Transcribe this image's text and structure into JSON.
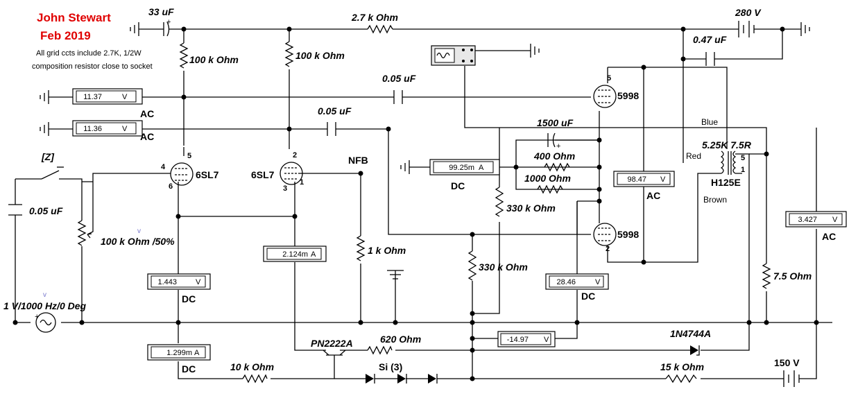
{
  "title": {
    "line1": "John Stewart",
    "line2": "Feb 2019",
    "color": "#e00000"
  },
  "note": {
    "line1": "All grid ccts include 2.7K, 1/2W",
    "line2": "composition resistor close to socket"
  },
  "labels": {
    "c_33u": "33 uF",
    "r_27k": "2.7 k Ohm",
    "v_280": "280 V",
    "c_047": "0.47 uF",
    "r_100k_a": "100 k Ohm",
    "r_100k_b": "100 k Ohm",
    "c_005_a": "0.05 uF",
    "c_005_b": "0.05 uF",
    "tube_5998_top": "5998",
    "tube_5998_bot": "5998",
    "ac_1": "AC",
    "ac_2": "AC",
    "blue": "Blue",
    "c_1500": "1500 uF",
    "r_400": "400  Ohm",
    "r_1000": "1000  Ohm",
    "xfmr": "5.25K  7.5R",
    "red": "Red",
    "xfmr_name": "H125E",
    "brown": "Brown",
    "z": "[Z]",
    "tube_6sl7_a": "6SL7",
    "tube_6sl7_b": "6SL7",
    "nfb": "NFB",
    "dc_1": "DC",
    "ac_3": "AC",
    "r_330k_a": "330 k Ohm",
    "r_330k_b": "330 k Ohm",
    "c_005_c": "0.05 uF",
    "pot": "100 k Ohm /50%",
    "r_1k": "1 k Ohm",
    "ac_4": "AC",
    "r_75": "7.5  Ohm",
    "src": "1 V/1000 Hz/0 Deg",
    "dc_2": "DC",
    "dc_3": "DC",
    "q": "PN2222A",
    "r_620": "620  Ohm",
    "zener": "1N4744A",
    "dc_4": "DC",
    "r_10k": "10 k Ohm",
    "si": "Si (3)",
    "r_15k": "15 k Ohm",
    "v_150": "150 V",
    "pin5a": "5",
    "pin4": "4",
    "pin6": "6",
    "pin2a": "2",
    "pin3": "3",
    "pin1": "1",
    "pin5_top": "5",
    "pin2_bot": "2",
    "pin5_x": "5",
    "pin1_x": "1",
    "vsmall_1": "v",
    "vsmall_2": "v"
  },
  "meters": {
    "m1": {
      "value": "11.37",
      "unit": "V"
    },
    "m2": {
      "value": "11.36",
      "unit": "V"
    },
    "m3": {
      "value": "99.25m",
      "unit": "A"
    },
    "m4": {
      "value": "98.47",
      "unit": "V"
    },
    "m5": {
      "value": "3.427",
      "unit": "V"
    },
    "m6": {
      "value": "2.124m",
      "unit": "A"
    },
    "m7": {
      "value": "1.443",
      "unit": "V"
    },
    "m8": {
      "value": "28.46",
      "unit": "V"
    },
    "m9": {
      "value": "-14.97",
      "unit": "V"
    },
    "m10": {
      "value": "1.299m",
      "unit": "A"
    }
  }
}
